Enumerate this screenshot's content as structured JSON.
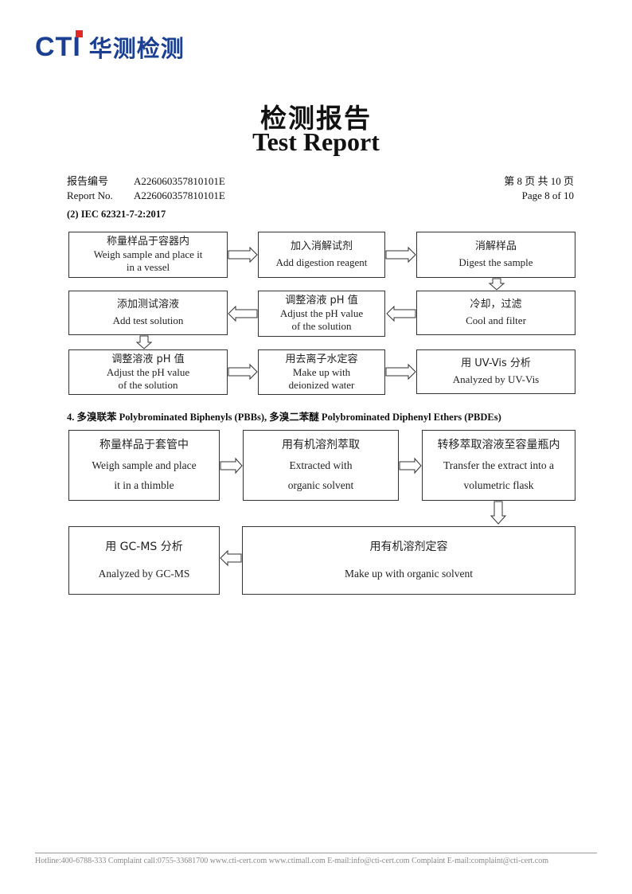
{
  "header": {
    "logo_brand": "CTI",
    "logo_cn": "华测检测",
    "title_cn": "检测报告",
    "title_en": "Test Report"
  },
  "meta": {
    "report_no_label_cn": "报告编号",
    "report_no_label_en": "Report No.",
    "report_no_cn": "A226060357810101E",
    "report_no_en": "A226060357810101E",
    "page_cn": "第 8 页  共 10 页",
    "page_en": "Page 8 of 10"
  },
  "section1": {
    "heading": "(2) IEC 62321-7-2:2017",
    "steps": [
      {
        "cn": "称量样品于容器内",
        "en1": "Weigh sample and place it",
        "en2": "in a vessel"
      },
      {
        "cn": "加入消解试剂",
        "en1": "Add digestion reagent",
        "en2": ""
      },
      {
        "cn": "消解样品",
        "en1": "Digest the sample",
        "en2": ""
      },
      {
        "cn": "冷却，过滤",
        "en1": "Cool and filter",
        "en2": ""
      },
      {
        "cn": "调整溶液 pH 值",
        "en1": "Adjust the pH value",
        "en2": "of the solution"
      },
      {
        "cn": "添加测试溶液",
        "en1": "Add test solution",
        "en2": ""
      },
      {
        "cn": "调整溶液 pH 值",
        "en1": "Adjust the pH value",
        "en2": "of the solution"
      },
      {
        "cn": "用去离子水定容",
        "en1": "Make up with",
        "en2": "deionized water"
      },
      {
        "cn": "用 UV-Vis 分析",
        "en1": "Analyzed by UV-Vis",
        "en2": ""
      }
    ]
  },
  "section2": {
    "heading": "4.  多溴联苯 Polybrominated Biphenyls (PBBs),  多溴二苯醚 Polybrominated Diphenyl Ethers (PBDEs)",
    "steps": [
      {
        "cn": "称量样品于套管中",
        "en1": "Weigh sample and place",
        "en2": "it in a thimble"
      },
      {
        "cn": "用有机溶剂萃取",
        "en1": "Extracted with",
        "en2": "organic solvent"
      },
      {
        "cn": "转移萃取溶液至容量瓶内",
        "en1": "Transfer the extract into a",
        "en2": "volumetric flask"
      },
      {
        "cn": "用有机溶剂定容",
        "en1": "Make up with organic solvent",
        "en2": ""
      },
      {
        "cn": "用 GC-MS 分析",
        "en1": "Analyzed by GC-MS",
        "en2": ""
      }
    ]
  },
  "footer": {
    "text": "Hotline:400-6788-333   Complaint call:0755-33681700   www.cti-cert.com   www.ctimall.com   E-mail:info@cti-cert.com   Complaint E-mail:complaint@cti-cert.com"
  },
  "colors": {
    "brand_blue": "#1b3f93",
    "brand_red": "#e12a26"
  }
}
